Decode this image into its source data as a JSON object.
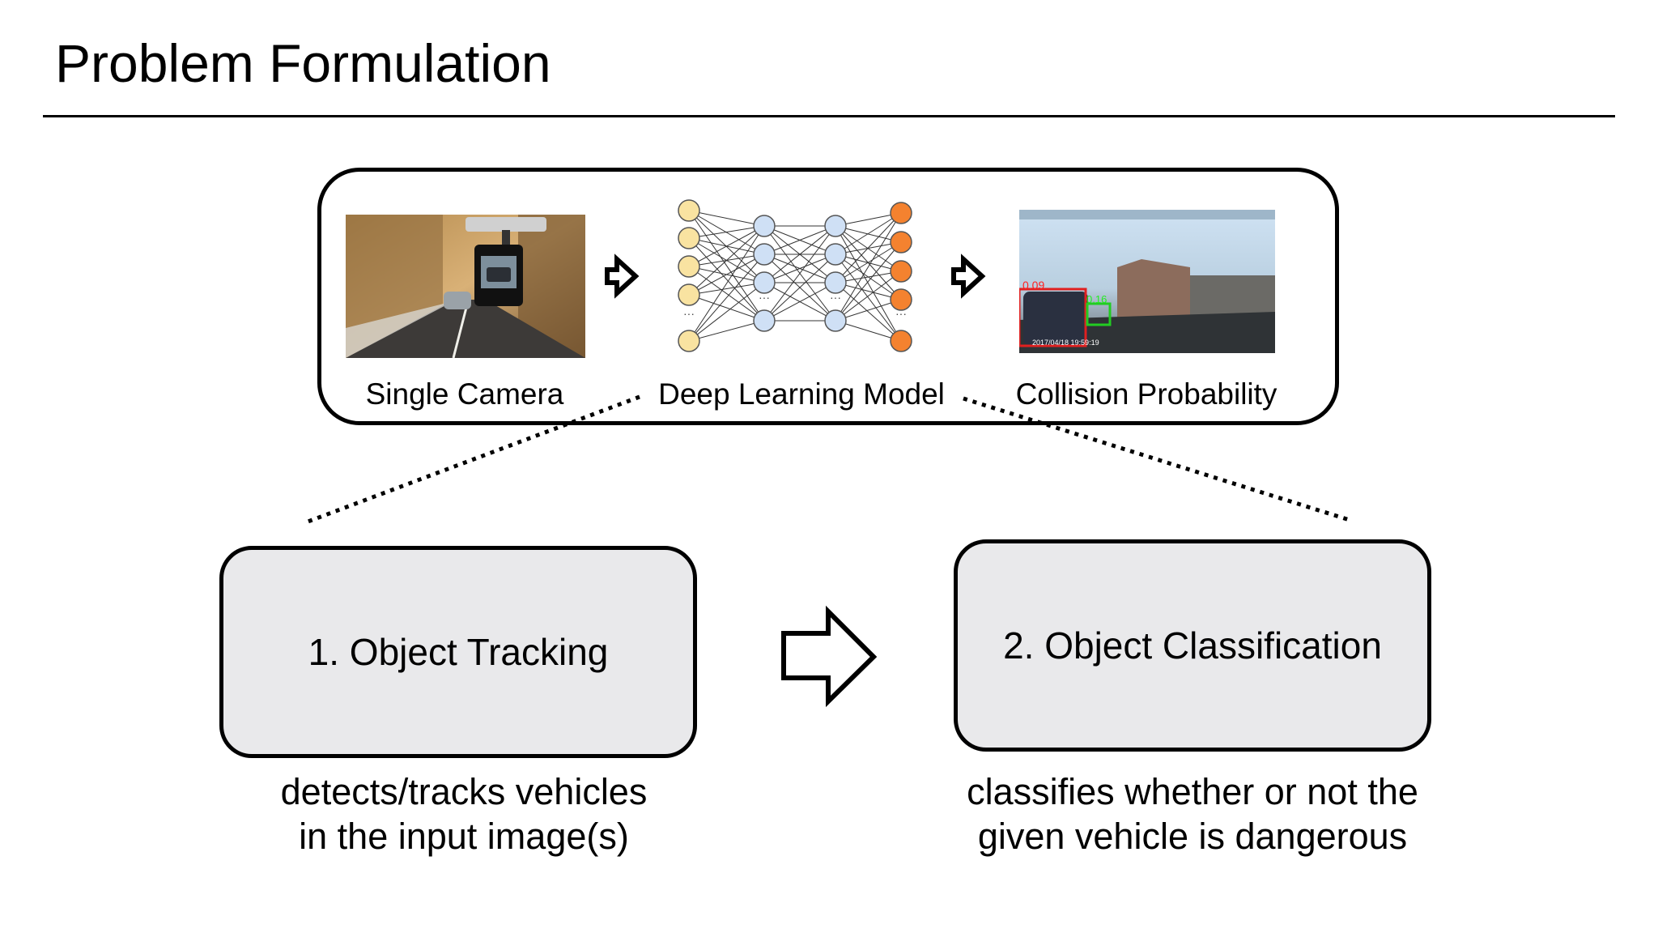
{
  "slide": {
    "title": "Problem Formulation"
  },
  "pipeline": {
    "stages": [
      {
        "label": "Single Camera",
        "icon": "dashcam-photo"
      },
      {
        "label": "Deep Learning Model",
        "icon": "neural-network-icon"
      },
      {
        "label": "Collision Probability",
        "icon": "detection-screenshot"
      }
    ],
    "detection_image": {
      "overlay_text": "2017/04/18 19:59:19",
      "box_red_score": "0.09",
      "box_green_score": "0.16"
    }
  },
  "steps": [
    {
      "title": "1. Object Tracking",
      "desc_line1": "detects/tracks vehicles",
      "desc_line2": "in the input image(s)"
    },
    {
      "title": "2. Object Classification",
      "desc_line1": "classifies whether or not the",
      "desc_line2": "given vehicle is dangerous"
    }
  ],
  "colors": {
    "input_node": "#f9e3a1",
    "hidden_node": "#cfe0f5",
    "output_node": "#f4822f",
    "step_fill": "#e9e9eb"
  }
}
